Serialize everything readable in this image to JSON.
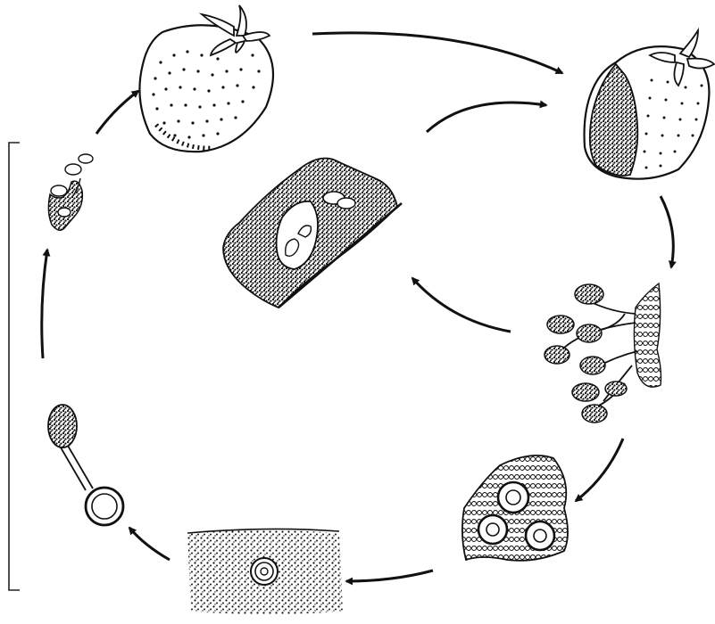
{
  "diagram": {
    "kind": "disease-cycle-illustration",
    "colors": {
      "ink": "#111111",
      "paper": "#ffffff"
    },
    "stages": [
      {
        "id": "healthy-strawberry"
      },
      {
        "id": "infected-strawberry"
      },
      {
        "id": "conidiophores"
      },
      {
        "id": "sclerotia"
      },
      {
        "id": "sclerotium-in-tissue"
      },
      {
        "id": "apothecium"
      },
      {
        "id": "ascus-and-spores"
      },
      {
        "id": "infected-tissue-section"
      }
    ]
  }
}
